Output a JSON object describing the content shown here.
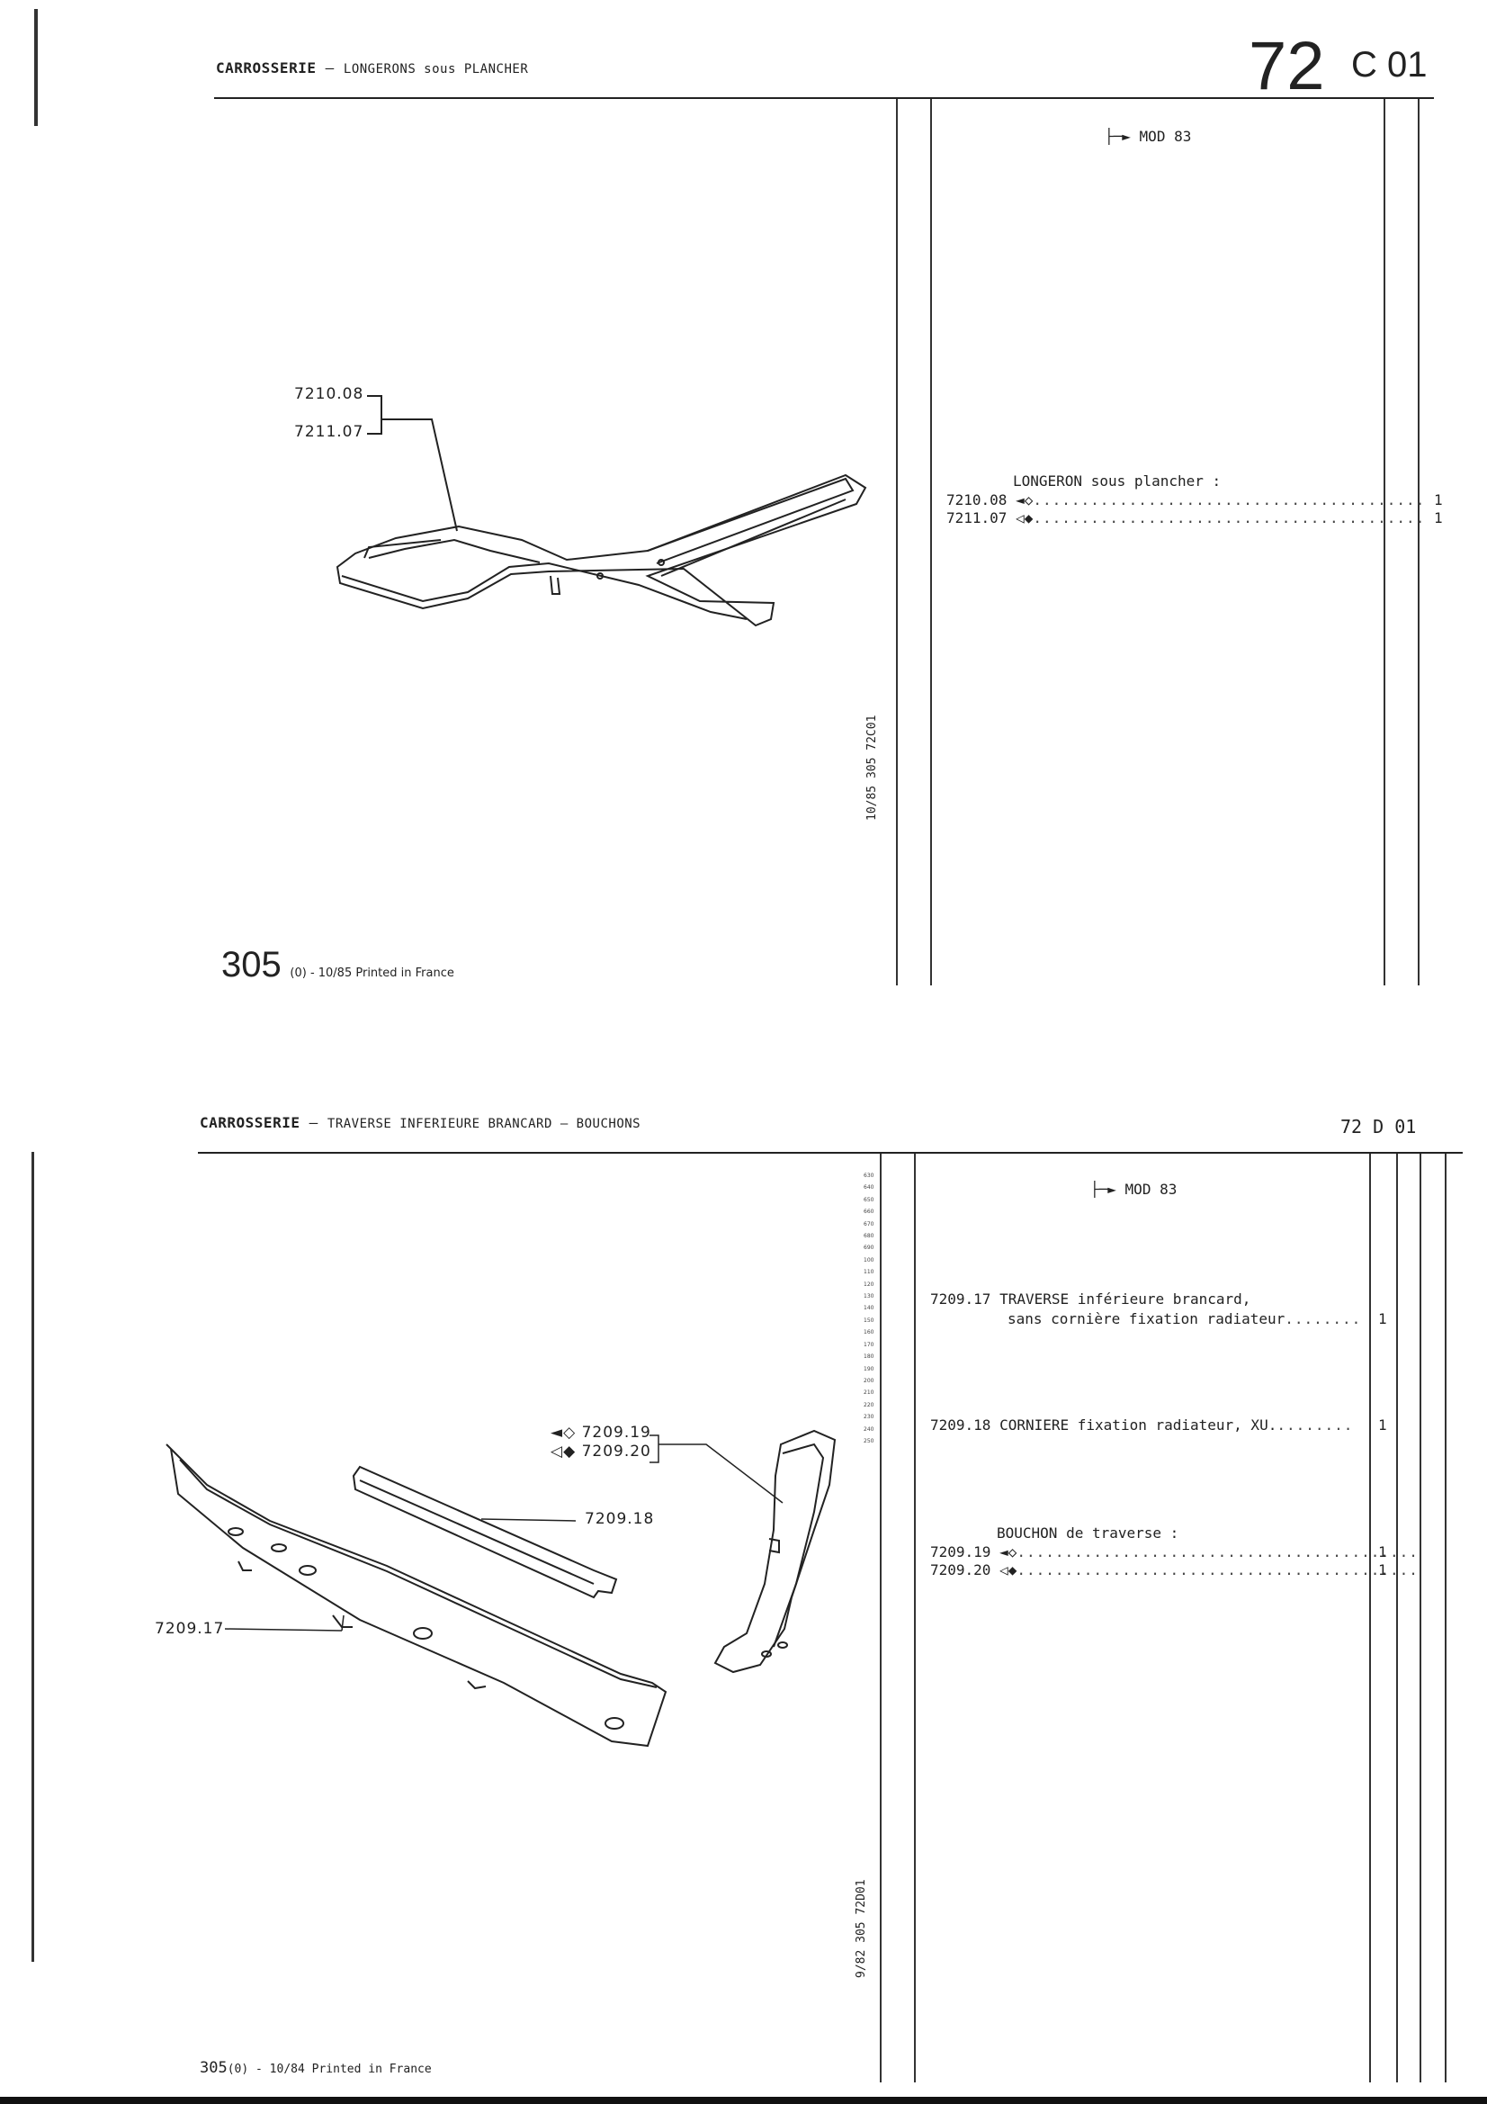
{
  "top": {
    "header": {
      "left_prefix": "CARROSSERIE",
      "dash": "–",
      "left_title": "LONGERONS sous PLANCHER",
      "section_big": "72",
      "section_code": "C 01"
    },
    "mod_label": "MOD 83",
    "diagram_refs": [
      "7210.08",
      "7211.07"
    ],
    "side_code": "10/85  305  72C01",
    "parts_heading": "LONGERON sous plancher :",
    "rows": [
      {
        "ref": "7210.08",
        "qty": "1"
      },
      {
        "ref": "7211.07",
        "qty": "1"
      }
    ],
    "footer": {
      "model": "305",
      "suffix": "(0) - 10/85 Printed in France"
    }
  },
  "bottom": {
    "header": {
      "left_prefix": "CARROSSERIE",
      "dash": "–",
      "left_title": "TRAVERSE INFERIEURE BRANCARD – BOUCHONS",
      "section": "72  D 01"
    },
    "mod_label": "MOD 83",
    "diagram_refs": {
      "r1": "7209.19",
      "r2": "7209.20",
      "r3": "7209.18",
      "r4": "7209.17"
    },
    "side_code": "9/82  305  72D01",
    "ruler": [
      "630",
      "640",
      "650",
      "660",
      "670",
      "680",
      "690",
      "100",
      "110",
      "120",
      "130",
      "140",
      "150",
      "160",
      "170",
      "180",
      "190",
      "200",
      "210",
      "220",
      "230",
      "240",
      "250"
    ],
    "items": [
      {
        "ref": "7209.17",
        "line1": "TRAVERSE inférieure brancard,",
        "line2": "sans cornière fixation radiateur",
        "qty": "1"
      },
      {
        "ref": "7209.18",
        "line1": "CORNIERE fixation radiateur, XU.",
        "qty": "1"
      }
    ],
    "bouchon_heading": "BOUCHON de traverse :",
    "bouchon_rows": [
      {
        "ref": "7209.19",
        "qty": "1"
      },
      {
        "ref": "7209.20",
        "qty": "1"
      }
    ],
    "footer": {
      "model": "305",
      "suffix": "(0) - 10/84 Printed in France"
    }
  }
}
